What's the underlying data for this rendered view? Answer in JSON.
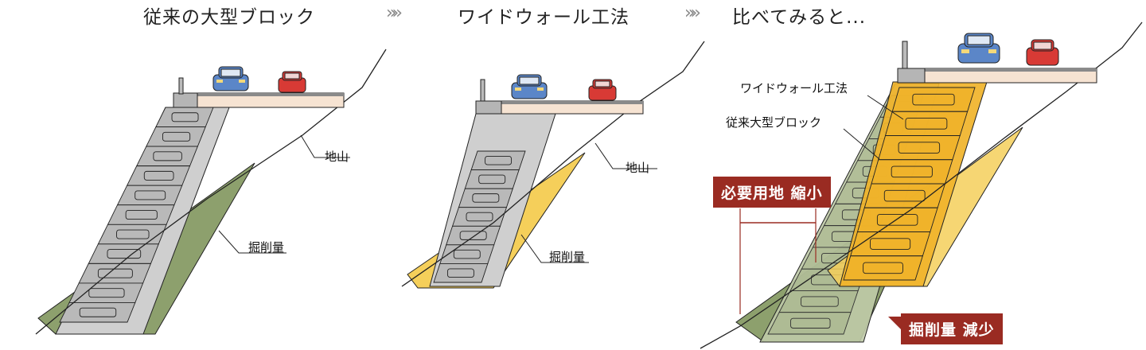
{
  "headings": {
    "conventional": "従来の大型ブロック",
    "wide_wall": "ワイドウォール工法",
    "comparison": "比べてみると..."
  },
  "separator_glyph": "»»",
  "panel1": {
    "ground_label": "地山",
    "excavation_label": "掘削量"
  },
  "panel2": {
    "ground_label": "地山",
    "excavation_label": "掘削量"
  },
  "panel3": {
    "wide_wall_label": "ワイドウォール工法",
    "conventional_label": "従来大型ブロック",
    "badge_land": "必要用地 縮小",
    "badge_excavation": "掘削量 減少"
  },
  "colors": {
    "badge_red": "#9a2b22",
    "excavation_green": "#8da06d",
    "excavation_yellow": "#f5cf5a",
    "wall_orange": "#f0b32a",
    "road_beige": "#f6e3d2",
    "block_gray": "#cfcfcf",
    "car_blue": "#5b86c8",
    "car_red": "#d83a35"
  }
}
